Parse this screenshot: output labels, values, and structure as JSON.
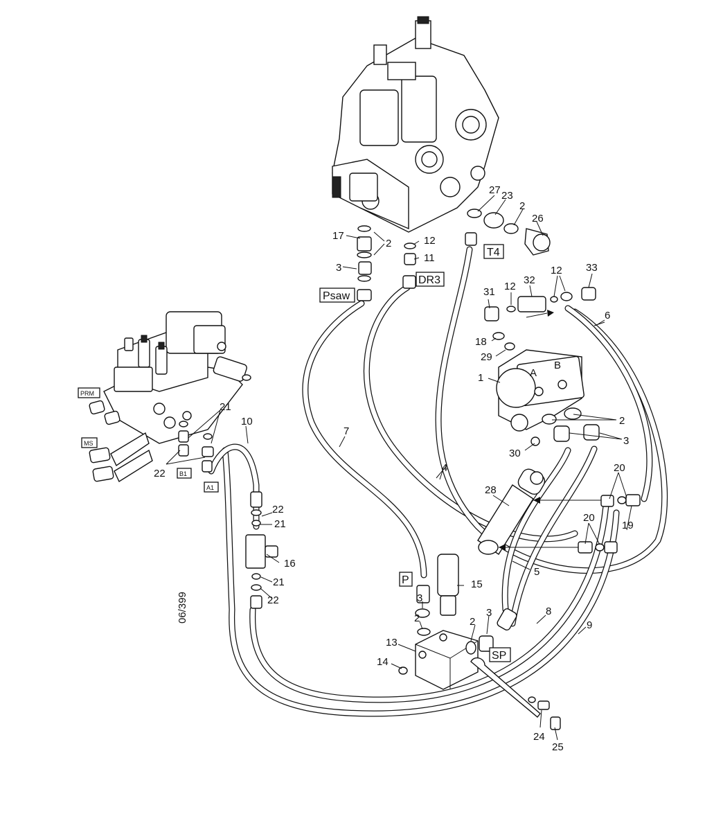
{
  "port_labels": {
    "psaw": "Psaw",
    "dr3": "DR3",
    "t4": "T4",
    "p": "P",
    "sp": "SP",
    "prm": "PRM",
    "ms": "MS",
    "b1": "B1",
    "a1": "A1"
  },
  "motor_ports": {
    "a": "A",
    "b": "B"
  },
  "part_numbers": {
    "n1": "1",
    "n2a": "2",
    "n2b": "2",
    "n2c": "2",
    "n2d": "2",
    "n2e": "2",
    "n3a": "3",
    "n3b": "3",
    "n3c": "3",
    "n3d": "3",
    "n4": "4",
    "n5": "5",
    "n6": "6",
    "n7": "7",
    "n8": "8",
    "n9": "9",
    "n10": "10",
    "n11": "11",
    "n12a": "12",
    "n12b": "12",
    "n12c": "12",
    "n13": "13",
    "n14": "14",
    "n15": "15",
    "n16": "16",
    "n17": "17",
    "n18": "18",
    "n19": "19",
    "n20a": "20",
    "n20b": "20",
    "n21a": "21",
    "n21b": "21",
    "n21c": "21",
    "n22a": "22",
    "n22b": "22",
    "n22c": "22",
    "n23": "23",
    "n24": "24",
    "n25": "25",
    "n26": "26",
    "n27": "27",
    "n28": "28",
    "n29": "29",
    "n30": "30",
    "n31": "31",
    "n32": "32",
    "n33": "33"
  },
  "caption": "06/399"
}
